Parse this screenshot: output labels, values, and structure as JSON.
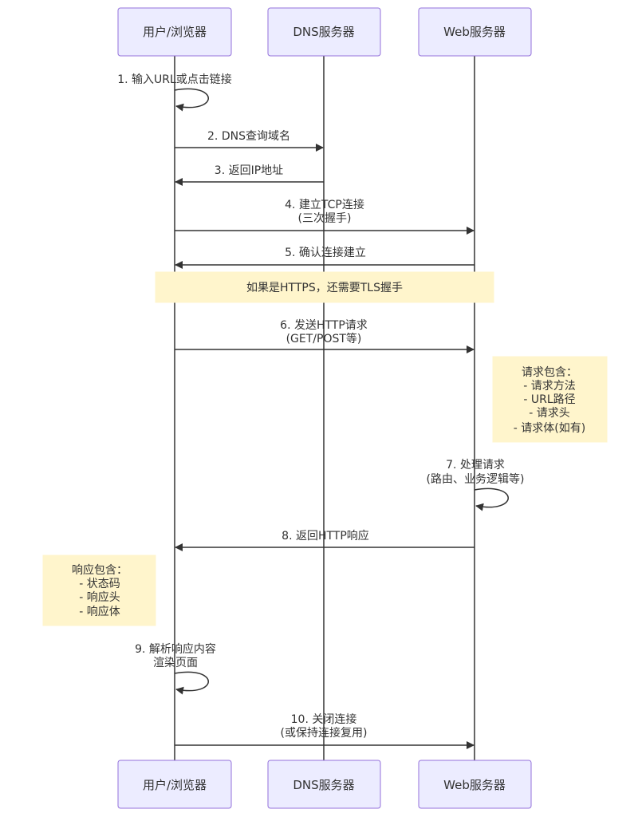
{
  "participants": {
    "browser": "用户/浏览器",
    "dns": "DNS服务器",
    "web": "Web服务器"
  },
  "messages": [
    {
      "id": "m1",
      "from": "browser",
      "to": "browser",
      "lines": [
        "1. 输入URL或点击链接"
      ]
    },
    {
      "id": "m2",
      "from": "browser",
      "to": "dns",
      "lines": [
        "2. DNS查询域名"
      ]
    },
    {
      "id": "m3",
      "from": "dns",
      "to": "browser",
      "lines": [
        "3. 返回IP地址"
      ]
    },
    {
      "id": "m4",
      "from": "browser",
      "to": "web",
      "lines": [
        "4. 建立TCP连接",
        "(三次握手)"
      ]
    },
    {
      "id": "m5",
      "from": "web",
      "to": "browser",
      "lines": [
        "5. 确认连接建立"
      ]
    },
    {
      "id": "m6",
      "from": "browser",
      "to": "web",
      "lines": [
        "6. 发送HTTP请求",
        "(GET/POST等)"
      ]
    },
    {
      "id": "m7",
      "from": "web",
      "to": "web",
      "lines": [
        "7. 处理请求",
        "(路由、业务逻辑等)"
      ]
    },
    {
      "id": "m8",
      "from": "web",
      "to": "browser",
      "lines": [
        "8. 返回HTTP响应"
      ]
    },
    {
      "id": "m9",
      "from": "browser",
      "to": "browser",
      "lines": [
        "9. 解析响应内容",
        "渲染页面"
      ]
    },
    {
      "id": "m10",
      "from": "browser",
      "to": "web",
      "lines": [
        "10. 关闭连接",
        "(或保持连接复用)"
      ]
    }
  ],
  "notes": [
    {
      "id": "tls",
      "lines": [
        "如果是HTTPS，还需要TLS握手"
      ]
    },
    {
      "id": "request",
      "lines": [
        "请求包含：",
        "- 请求方法",
        "- URL路径",
        "- 请求头",
        "- 请求体(如有)"
      ]
    },
    {
      "id": "response",
      "lines": [
        "响应包含：",
        "- 状态码",
        "- 响应头",
        "- 响应体"
      ]
    }
  ],
  "colors": {
    "actor_fill": "#ECECFF",
    "actor_stroke": "#9370DB",
    "note_fill": "#FFF5CC",
    "line": "#333333"
  }
}
